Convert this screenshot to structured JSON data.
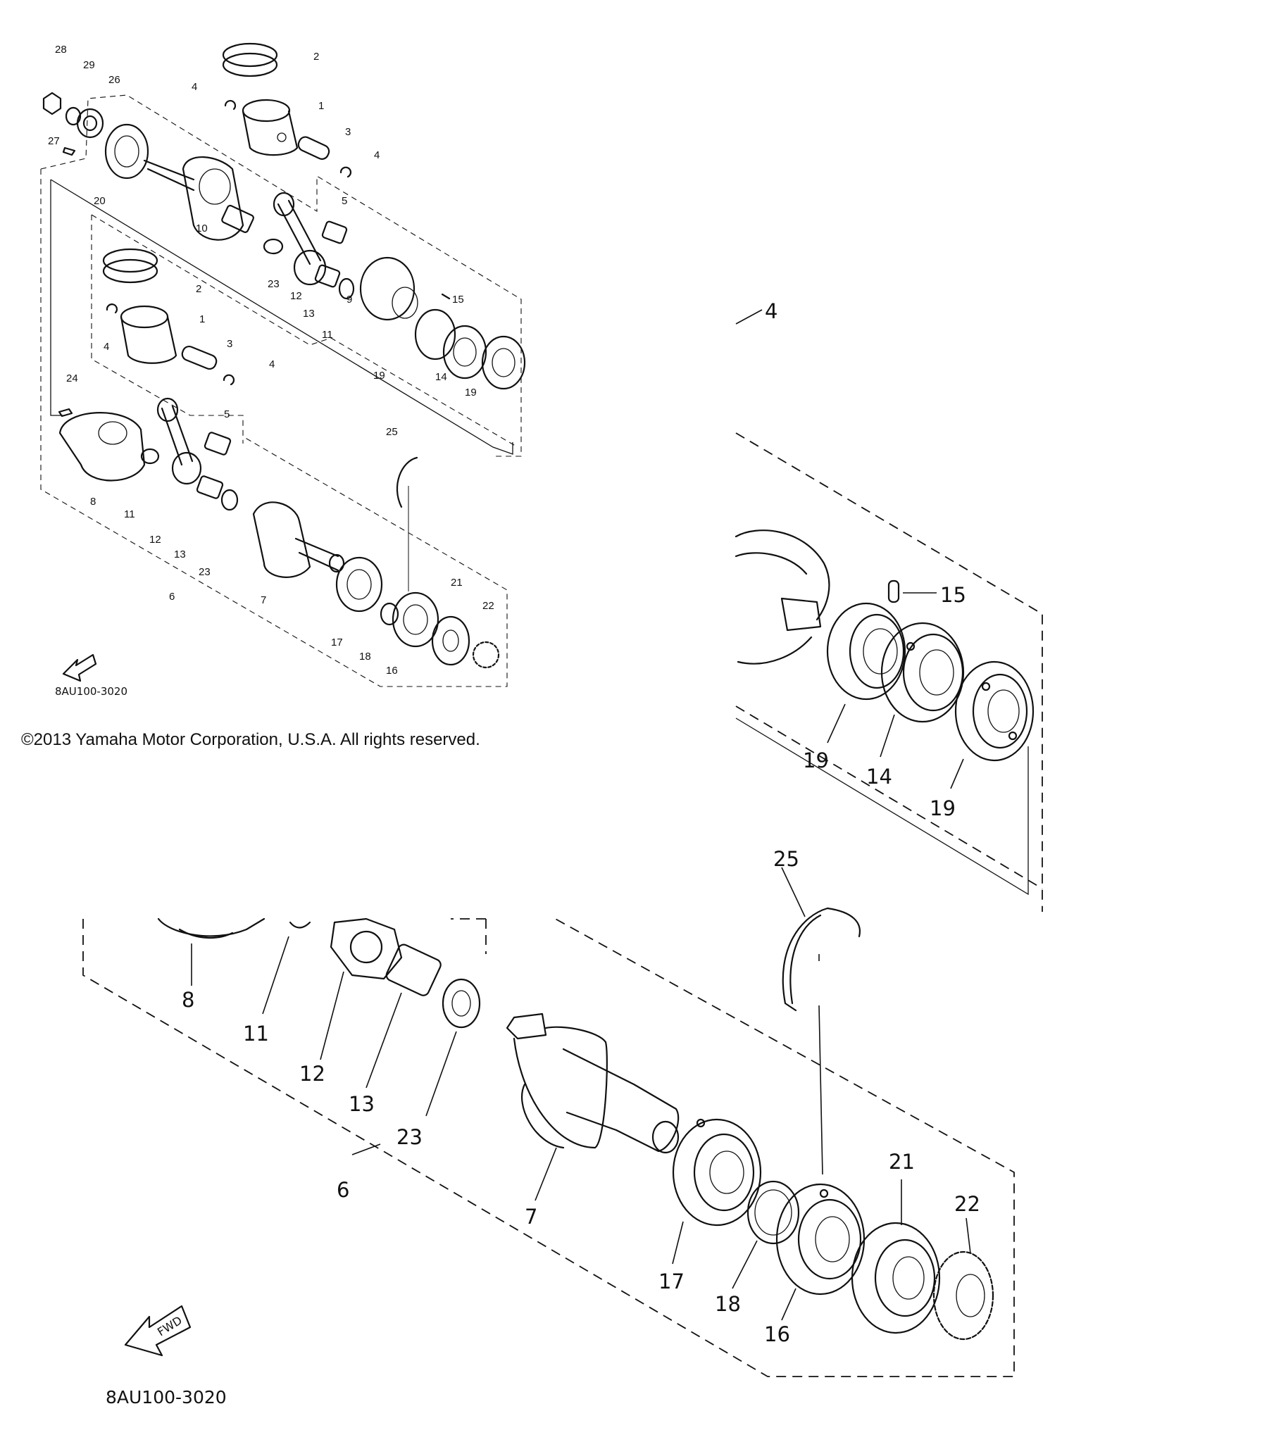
{
  "copyright": "©2013 Yamaha Motor Corporation, U.S.A. All rights reserved.",
  "diagram_code": "8AU100-3020",
  "fwd_label": "FWD",
  "overview_labels": [
    "28",
    "29",
    "26",
    "27",
    "20",
    "2",
    "4",
    "1",
    "3",
    "4",
    "5",
    "10",
    "23",
    "12",
    "13",
    "11",
    "9",
    "15",
    "2",
    "1",
    "4",
    "3",
    "4",
    "19",
    "14",
    "19",
    "24",
    "5",
    "25",
    "8",
    "11",
    "12",
    "13",
    "23",
    "6",
    "7",
    "17",
    "18",
    "16",
    "21",
    "22"
  ],
  "detail_labels": {
    "assembly": "4",
    "upper": [
      "15",
      "19",
      "14",
      "19"
    ],
    "lower": [
      "25",
      "8",
      "11",
      "12",
      "13",
      "23",
      "6",
      "7",
      "21",
      "22",
      "17",
      "18",
      "16"
    ]
  }
}
